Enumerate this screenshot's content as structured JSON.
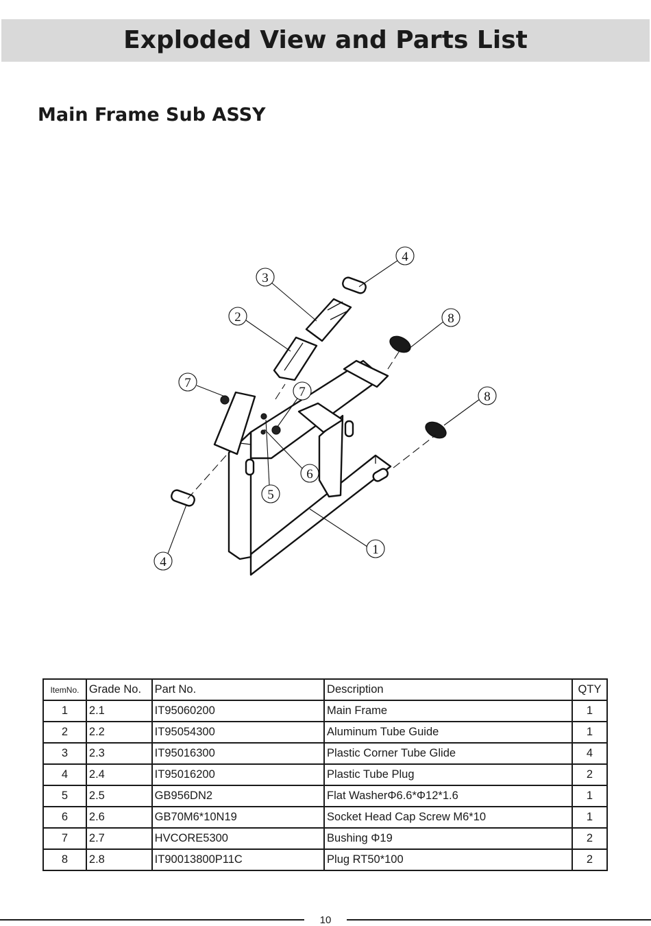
{
  "header": {
    "title": "Exploded View and Parts List"
  },
  "section": {
    "title": "Main Frame Sub ASSY"
  },
  "diagram": {
    "callouts": [
      "4",
      "3",
      "2",
      "8",
      "7",
      "7",
      "8",
      "6",
      "5",
      "4",
      "1"
    ]
  },
  "table": {
    "headers": [
      "ItemNo.",
      "Grade No.",
      "Part No.",
      "Description",
      "QTY"
    ],
    "rows": [
      [
        "1",
        "2.1",
        "IT95060200",
        "Main Frame",
        "1"
      ],
      [
        "2",
        "2.2",
        "IT95054300",
        "Aluminum Tube Guide",
        "1"
      ],
      [
        "3",
        "2.3",
        "IT95016300",
        "Plastic Corner Tube Glide",
        "4"
      ],
      [
        "4",
        "2.4",
        "IT95016200",
        "Plastic Tube Plug",
        "2"
      ],
      [
        "5",
        "2.5",
        "GB956DN2",
        "Flat WasherΦ6.6*Φ12*1.6",
        "1"
      ],
      [
        "6",
        "2.6",
        "GB70M6*10N19",
        "Socket Head Cap Screw M6*10",
        "1"
      ],
      [
        "7",
        "2.7",
        "HVCORE5300",
        "Bushing Φ19",
        "2"
      ],
      [
        "8",
        "2.8",
        "IT90013800P11C",
        "Plug RT50*100",
        "2"
      ]
    ]
  },
  "footer": {
    "page_number": "10"
  }
}
